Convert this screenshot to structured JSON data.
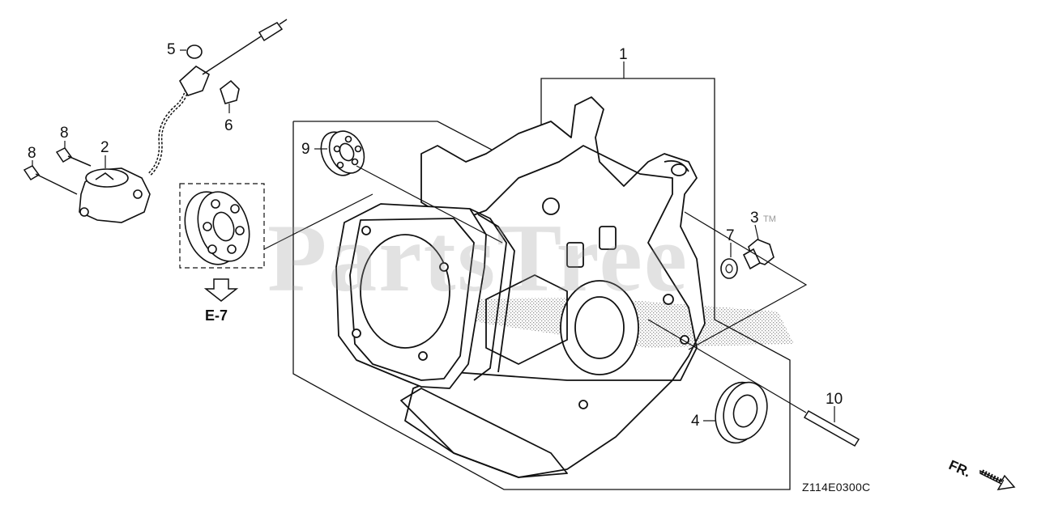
{
  "diagram": {
    "callouts": [
      {
        "id": "1",
        "label": "1"
      },
      {
        "id": "2",
        "label": "2"
      },
      {
        "id": "3",
        "label": "3"
      },
      {
        "id": "4",
        "label": "4"
      },
      {
        "id": "5",
        "label": "5"
      },
      {
        "id": "6",
        "label": "6"
      },
      {
        "id": "7",
        "label": "7"
      },
      {
        "id": "8a",
        "label": "8"
      },
      {
        "id": "8b",
        "label": "8"
      },
      {
        "id": "9",
        "label": "9"
      },
      {
        "id": "10",
        "label": "10"
      }
    ],
    "reference": "E-7",
    "direction": "FR.",
    "code": "Z114E0300C",
    "watermark": "PartsTree",
    "watermark_tm": "TM"
  },
  "colors": {
    "line": "#111111",
    "watermark": "#9a9a9a",
    "background": "#ffffff"
  }
}
